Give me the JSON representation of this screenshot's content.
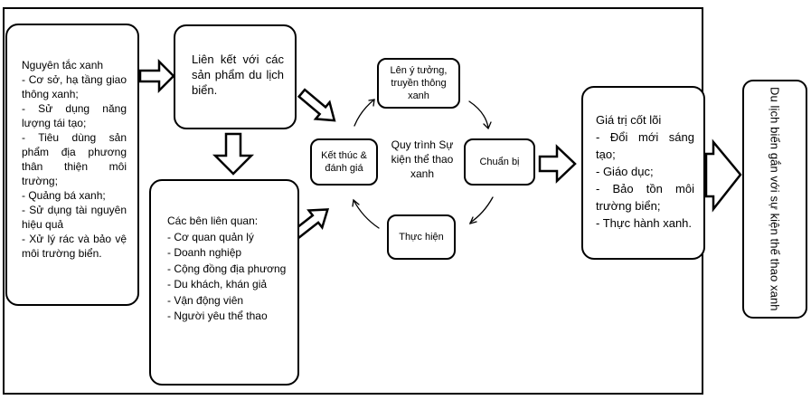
{
  "principles": {
    "title": "Nguyên tắc xanh",
    "items": [
      "- Cơ sở, hạ tầng giao thông xanh;",
      "- Sử dụng năng lượng tái tạo;",
      "- Tiêu dùng sản phẩm địa phương thân thiện môi trường;",
      "- Quảng bá xanh;",
      "- Sử dụng tài nguyên hiệu quả",
      "- Xử lý rác và bảo vệ môi trường biển."
    ]
  },
  "link_products": "Liên kết với các sản phẩm du lịch biển.",
  "stakeholders": {
    "title": "Các bên liên quan:",
    "items": [
      "- Cơ quan quản lý",
      "- Doanh nghiệp",
      "- Cộng đồng địa phương",
      "- Du khách, khán giả",
      "- Vận động viên",
      "- Người yêu thể thao"
    ]
  },
  "cycle": {
    "center": "Quy trình Sự kiện thể thao xanh",
    "step_idea": "Lên ý tưởng, truyền thông xanh",
    "step_prepare": "Chuẩn bị",
    "step_execute": "Thực hiện",
    "step_close": "Kết thúc & đánh giá"
  },
  "core_values": {
    "title": "Giá trị cốt lõi",
    "items": [
      "- Đổi mới sáng tạo;",
      "- Giáo dục;",
      "- Bảo tồn môi trường biển;",
      "- Thực hành xanh."
    ]
  },
  "outcome": "Du lịch biển gắn với sự kiện thể thao xanh"
}
